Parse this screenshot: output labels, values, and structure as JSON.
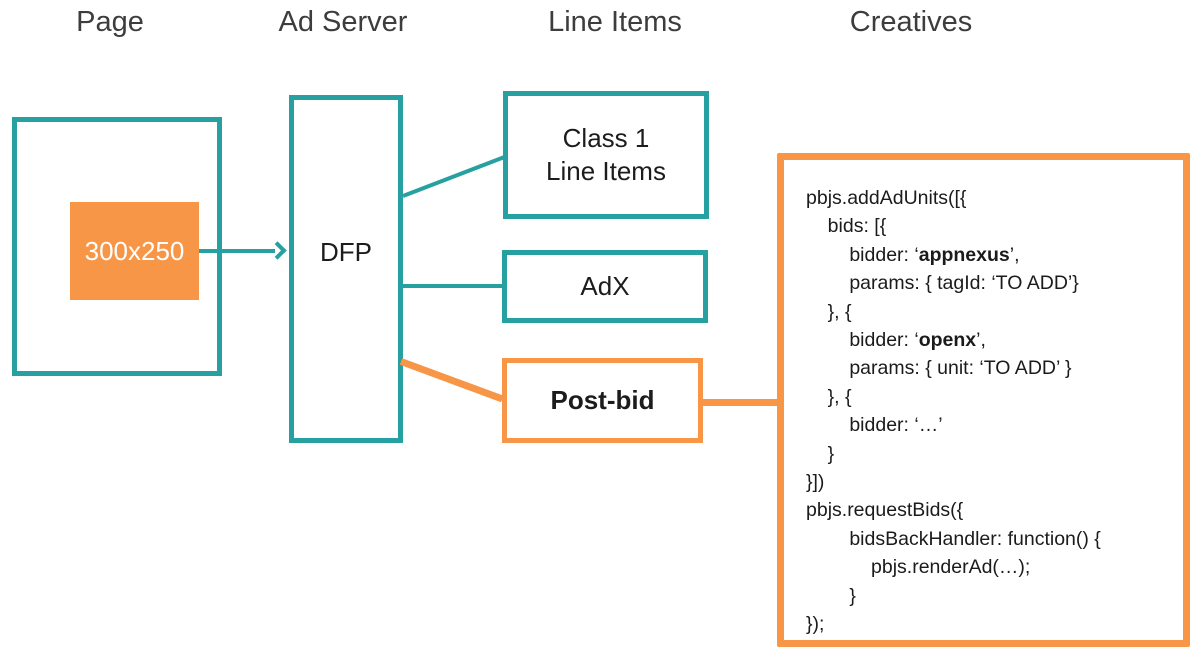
{
  "palette": {
    "teal": "#26a0a0",
    "orange": "#f79646",
    "heading_text": "#3d3d3d",
    "body_text": "#1c1c1c",
    "slot_text": "#ffffff"
  },
  "headers": [
    {
      "label": "Page"
    },
    {
      "label": "Ad Server"
    },
    {
      "label": "Line Items"
    },
    {
      "label": "Creatives"
    }
  ],
  "boxes": {
    "page_slot": "300x250",
    "ad_server": "DFP",
    "class1_line1": "Class 1",
    "class1_line2": "Line Items",
    "adx": "AdX",
    "postbid": "Post-bid"
  },
  "creatives": {
    "code_lines": [
      [
        {
          "t": "pbjs.addAdUnits([{",
          "b": false
        }
      ],
      [
        {
          "t": "    bids: [{",
          "b": false
        }
      ],
      [
        {
          "t": "        bidder: ‘",
          "b": false
        },
        {
          "t": "appnexus",
          "b": true
        },
        {
          "t": "’,",
          "b": false
        }
      ],
      [
        {
          "t": "        params: { tagId: ‘TO ADD’}",
          "b": false
        }
      ],
      [
        {
          "t": "    }, {",
          "b": false
        }
      ],
      [
        {
          "t": "        bidder: ‘",
          "b": false
        },
        {
          "t": "openx",
          "b": true
        },
        {
          "t": "’,",
          "b": false
        }
      ],
      [
        {
          "t": "        params: { unit: ‘TO ADD’ }",
          "b": false
        }
      ],
      [
        {
          "t": "    }, {",
          "b": false
        }
      ],
      [
        {
          "t": "        bidder: ‘…’",
          "b": false
        }
      ],
      [
        {
          "t": "    }",
          "b": false
        }
      ],
      [
        {
          "t": "}])",
          "b": false
        }
      ],
      [
        {
          "t": "pbjs.requestBids({",
          "b": false
        }
      ],
      [
        {
          "t": "        bidsBackHandler: function() {",
          "b": false
        }
      ],
      [
        {
          "t": "            pbjs.renderAd(…);",
          "b": false
        }
      ],
      [
        {
          "t": "        }",
          "b": false
        }
      ],
      [
        {
          "t": "});",
          "b": false
        }
      ]
    ]
  }
}
